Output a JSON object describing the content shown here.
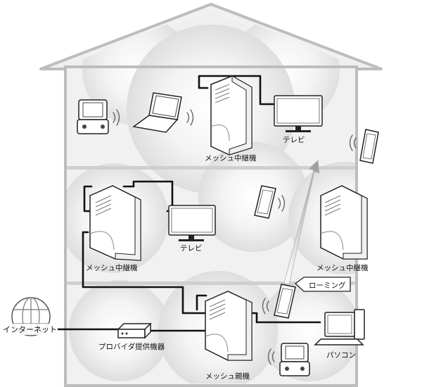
{
  "labels": {
    "repeater_top": "メッシュ中継機",
    "repeater_left": "メッシュ中継機",
    "repeater_right": "メッシュ中継機",
    "parent": "メッシュ親機",
    "tv_top": "テレビ",
    "tv_left": "テレビ",
    "internet": "インターネット",
    "provider": "プロバイダ提供機器",
    "pc": "パソコン",
    "roaming": "ローミング"
  }
}
